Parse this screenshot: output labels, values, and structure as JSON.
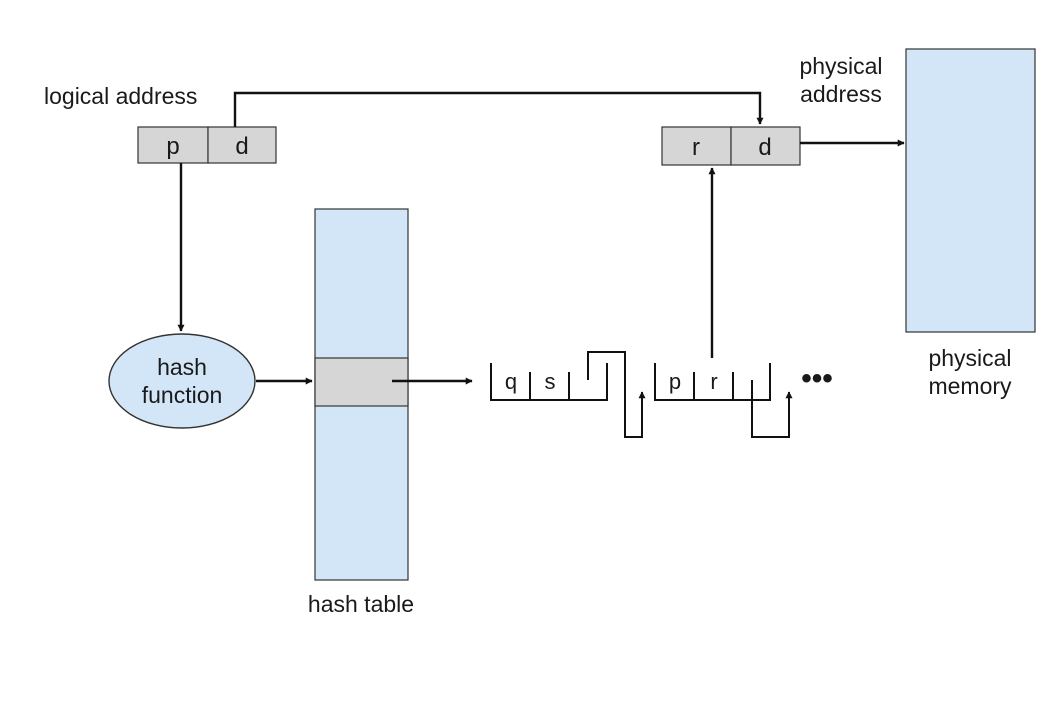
{
  "labels": {
    "logical_address": "logical address",
    "physical_address_line1": "physical",
    "physical_address_line2": "address",
    "hash_table": "hash table",
    "physical_memory_line1": "physical",
    "physical_memory_line2": "memory",
    "hash_function_line1": "hash",
    "hash_function_line2": "function"
  },
  "logical_address_fields": {
    "page": "p",
    "offset": "d"
  },
  "physical_address_fields": {
    "frame": "r",
    "offset": "d"
  },
  "chain": {
    "entry1": {
      "virtual_page": "q",
      "frame": "s"
    },
    "entry2": {
      "virtual_page": "p",
      "frame": "r"
    },
    "continuation": "•••"
  },
  "colors": {
    "memory_fill": "#d3e6f8",
    "register_fill": "#d6d6d6",
    "line": "#111111"
  }
}
